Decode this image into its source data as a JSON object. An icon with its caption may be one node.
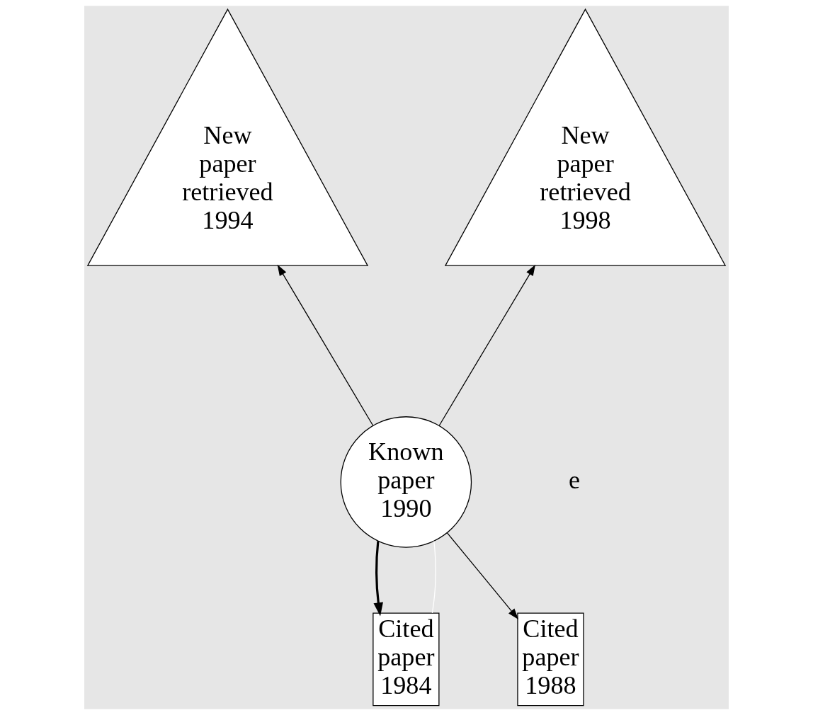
{
  "diagram": {
    "nodes": [
      {
        "text": [
          "New paper retrieved 1994"
        ]
      },
      {
        "text": [
          "New paper retrieved 1998"
        ]
      },
      {
        "text": [
          "Known paper 1990"
        ]
      },
      {
        "text": [
          "Cited paper 1984"
        ]
      },
      {
        "text": [
          "Cited paper 1988"
        ]
      }
    ],
    "edges": [
      {
        "from": 2,
        "to": 0,
        "arrow": "to"
      },
      {
        "from": 2,
        "to": 1,
        "arrow": "to"
      },
      {
        "from": 2,
        "to": 4,
        "arrow": "to"
      },
      {
        "from": 2,
        "to": 3,
        "arrow": "to",
        "style": "thick"
      },
      {
        "from": 2,
        "to": 3,
        "arrow": "none",
        "color": "#ffffff"
      }
    ],
    "labels": [
      "e"
    ]
  }
}
